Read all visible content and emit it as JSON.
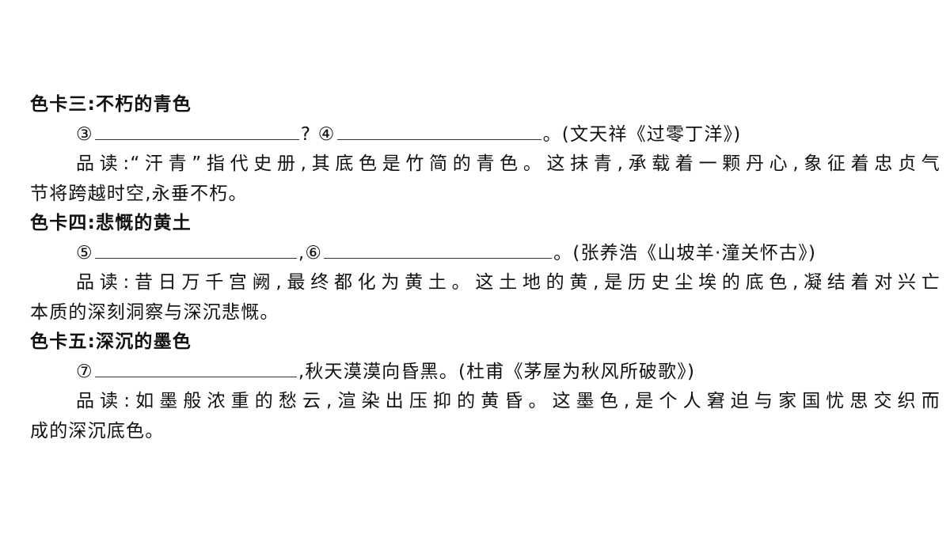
{
  "sections": [
    {
      "heading": "色卡三:不朽的青色",
      "fill": {
        "m1": "③",
        "sep": "?",
        "m2": "④",
        "end": "。(文天祥《过零丁洋》)"
      },
      "reading": {
        "line1": "品读:“汗青”指代史册,其底色是竹简的青色。这抹青,承载着一颗丹心,象征着忠贞气",
        "line2": "节将跨越时空,永垂不朽。"
      }
    },
    {
      "heading": "色卡四:悲慨的黄土",
      "fill": {
        "m1": "⑤",
        "sep": ",",
        "m2": "⑥",
        "end": "。(张养浩《山坡羊·潼关怀古》)"
      },
      "reading": {
        "line1": "品读:昔日万千宫阙,最终都化为黄土。这土地的黄,是历史尘埃的底色,凝结着对兴亡",
        "line2": "本质的深刻洞察与深沉悲慨。"
      }
    },
    {
      "heading": "色卡五:深沉的墨色",
      "fill": {
        "m1": "⑦",
        "end": ",秋天漠漠向昏黑。(杜甫《茅屋为秋风所破歌》)"
      },
      "reading": {
        "line1": "品读:如墨般浓重的愁云,渲染出压抑的黄昏。这墨色,是个人窘迫与家国忧思交织而",
        "line2": "成的深沉底色。"
      }
    }
  ]
}
